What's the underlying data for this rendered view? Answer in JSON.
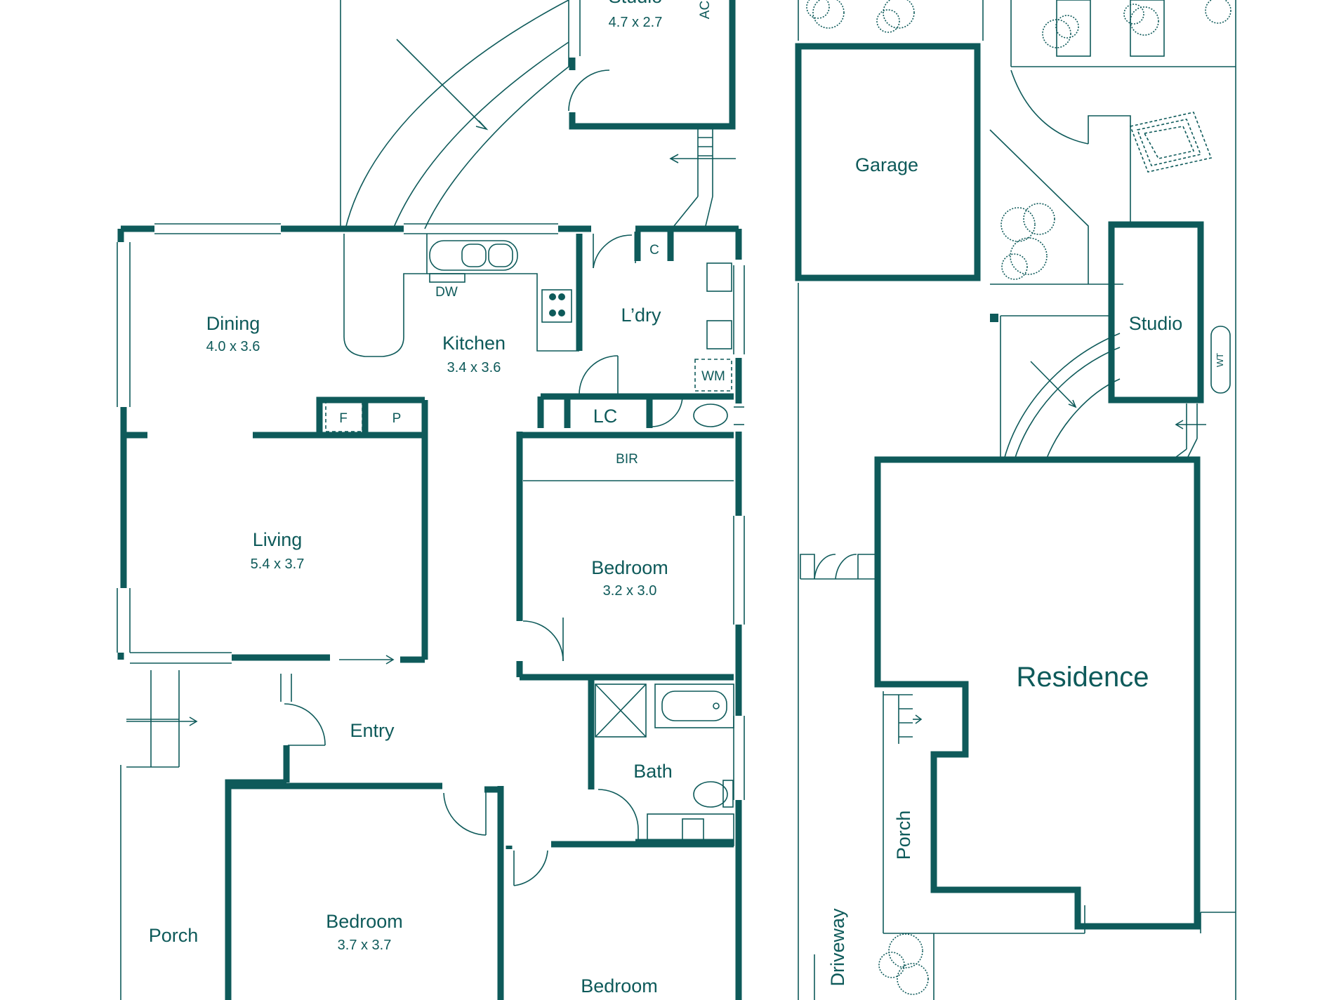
{
  "colors": {
    "ink": "#0e5a5a",
    "background": "#ffffff"
  },
  "rooms": {
    "studio_top": {
      "name": "Studio",
      "dims": "4.7 x 2.7"
    },
    "dining": {
      "name": "Dining",
      "dims": "4.0 x 3.6"
    },
    "kitchen": {
      "name": "Kitchen",
      "dims": "3.4 x 3.6"
    },
    "laundry": {
      "name": "L’dry"
    },
    "living": {
      "name": "Living",
      "dims": "5.4 x 3.7"
    },
    "bedroom_mid": {
      "name": "Bedroom",
      "dims": "3.2 x 3.0"
    },
    "entry": {
      "name": "Entry"
    },
    "bath": {
      "name": "Bath"
    },
    "porch_left": {
      "name": "Porch"
    },
    "bedroom_bl": {
      "name": "Bedroom",
      "dims": "3.7 x 3.7"
    },
    "bedroom_bc": {
      "name": "Bedroom"
    },
    "garage": {
      "name": "Garage"
    },
    "studio_site": {
      "name": "Studio"
    },
    "residence": {
      "name": "Residence"
    },
    "porch_site": {
      "name": "Porch"
    },
    "driveway": {
      "name": "Driveway"
    }
  },
  "fixtures": {
    "dw": "DW",
    "c": "C",
    "wm": "WM",
    "lc": "LC",
    "f": "F",
    "p": "P",
    "bir": "BIR",
    "ac": "AC",
    "wt": "WT"
  }
}
